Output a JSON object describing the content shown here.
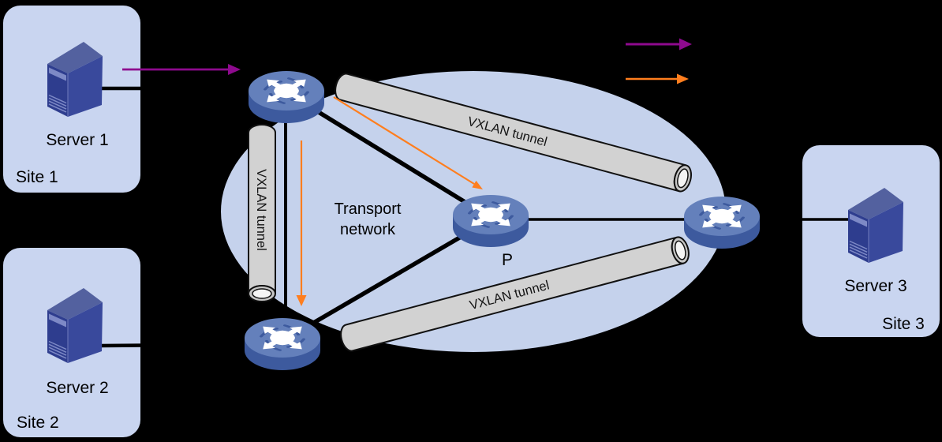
{
  "diagram": {
    "title_hint": "VXLAN network diagram",
    "sites": [
      {
        "name": "Site 1",
        "server": "Server 1"
      },
      {
        "name": "Site 2",
        "server": "Server 2"
      },
      {
        "name": "Site 3",
        "server": "Server 3"
      }
    ],
    "transport_network": {
      "label_line1": "Transport",
      "label_line2": "network"
    },
    "tunnels": [
      {
        "label": "VXLAN tunnel",
        "position": "top"
      },
      {
        "label": "VXLAN tunnel",
        "position": "vertical-left"
      },
      {
        "label": "VXLAN tunnel",
        "position": "bottom"
      }
    ],
    "routers": {
      "p_label": "P",
      "icons": [
        "vtep-router-site1",
        "vtep-router-site2",
        "p-router",
        "vtep-router-site3"
      ]
    },
    "legend": {
      "purple_arrow": "purple-flow-arrow",
      "orange_arrow": "orange-flow-arrow"
    },
    "colors": {
      "background": "#000000",
      "site_fill": "#c9d5f0",
      "network_fill": "#c5d2ec",
      "tunnel_fill": "#d2d2d2",
      "tunnel_opening": "#f4f4f4",
      "purple_flow": "#8e0a8e",
      "orange_flow": "#ff7e1e",
      "router_top": "#6480bb",
      "router_side": "#3d5a9e",
      "server_front": "#2e3d8e",
      "server_side": "#39499c",
      "server_top": "#53619f",
      "link": "#000000"
    }
  }
}
